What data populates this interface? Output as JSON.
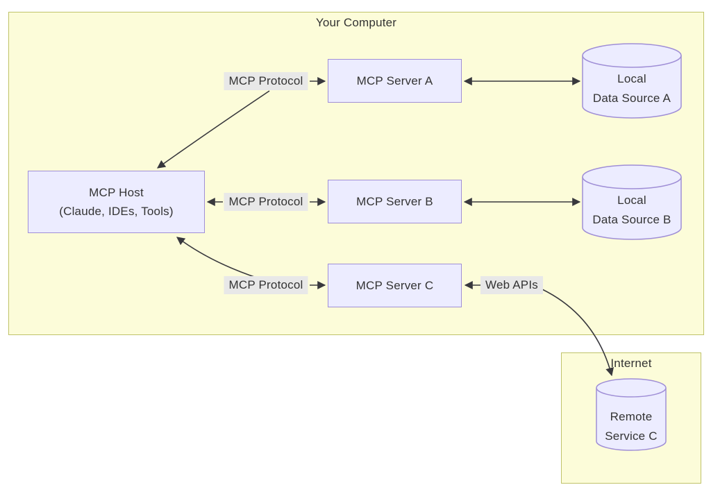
{
  "diagram": {
    "clusters": {
      "your_computer": {
        "label": "Your Computer"
      },
      "internet": {
        "label": "Internet"
      }
    },
    "nodes": {
      "mcp_host": {
        "line1": "MCP Host",
        "line2": "(Claude, IDEs, Tools)"
      },
      "mcp_server_a": {
        "label": "MCP Server A"
      },
      "mcp_server_b": {
        "label": "MCP Server B"
      },
      "mcp_server_c": {
        "label": "MCP Server C"
      },
      "local_data_source_a": {
        "line1": "Local",
        "line2": "Data Source A"
      },
      "local_data_source_b": {
        "line1": "Local",
        "line2": "Data Source B"
      },
      "remote_service_c": {
        "line1": "Remote",
        "line2": "Service C"
      }
    },
    "edge_labels": {
      "protocol_a": "MCP Protocol",
      "protocol_b": "MCP Protocol",
      "protocol_c": "MCP Protocol",
      "web_apis": "Web APIs"
    },
    "colors": {
      "cluster_fill": "#fcfcd9",
      "cluster_border": "#bfc269",
      "node_fill": "#ECECFF",
      "node_border": "#9f8ed6",
      "edge_stroke": "#38383d",
      "edge_label_bg": "#e8e8e8",
      "text": "#333333",
      "page_bg": "#ffffff"
    }
  }
}
